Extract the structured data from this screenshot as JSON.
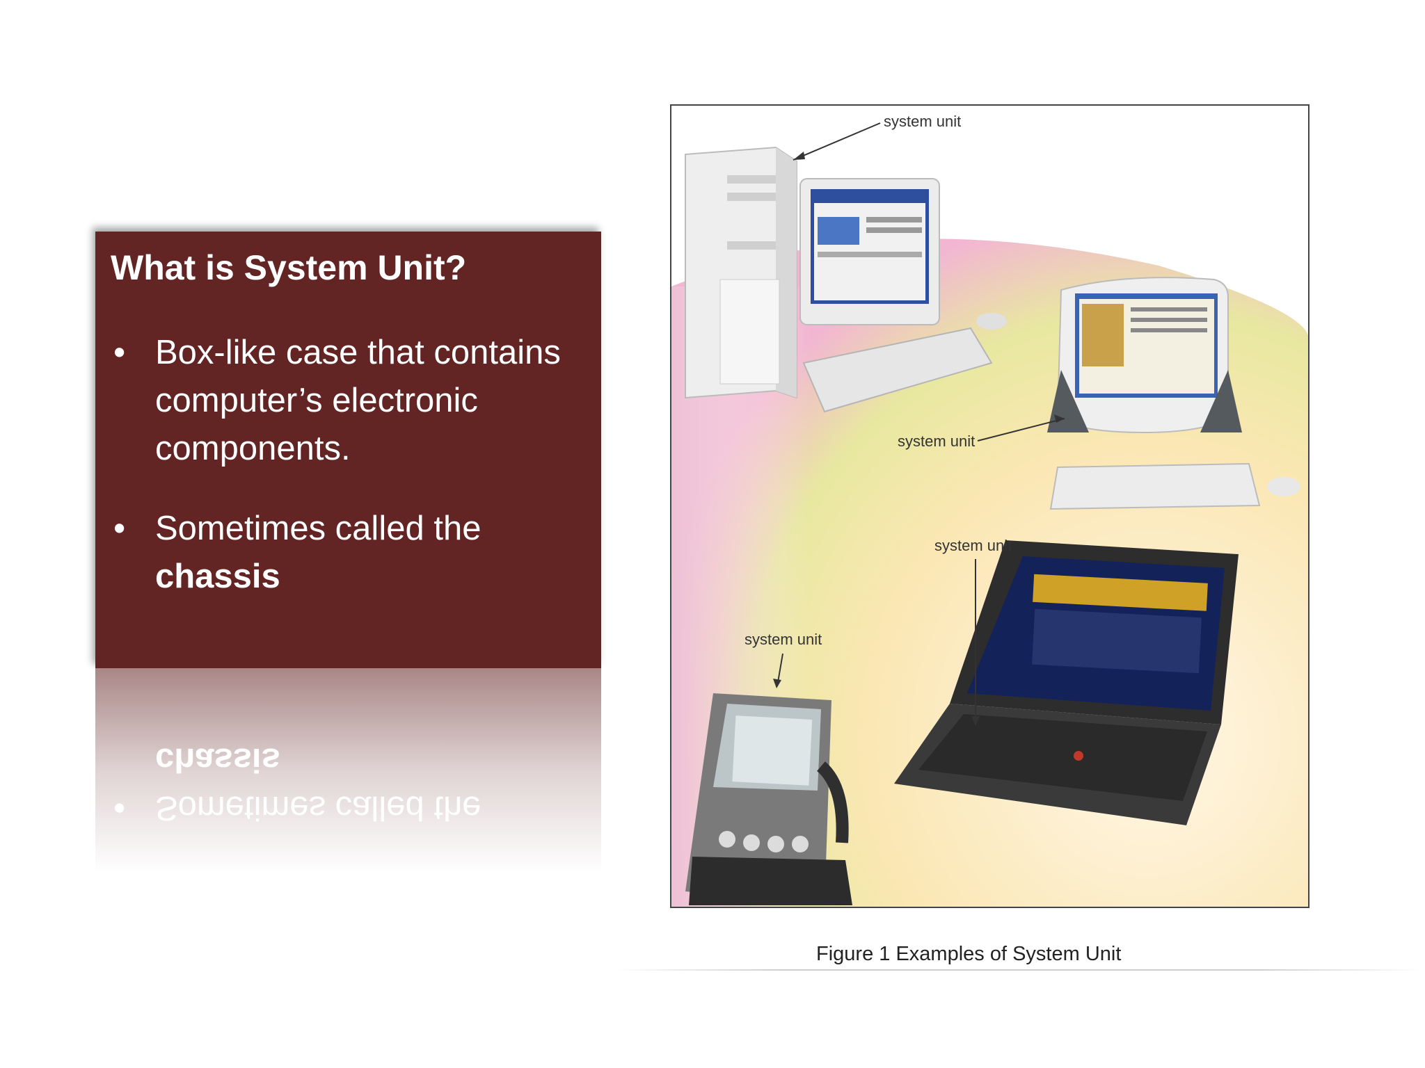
{
  "slide": {
    "title": "What is System Unit?",
    "bullets": [
      {
        "text": "Box-like case that contains computer’s electronic components.",
        "bold": ""
      },
      {
        "text": "Sometimes called the ",
        "bold": "chassis"
      }
    ],
    "bullet_glyph": "•"
  },
  "figure": {
    "labels": [
      "system unit",
      "system unit",
      "system unit",
      "system unit"
    ],
    "caption": "Figure 1  Examples of System Unit"
  },
  "colors": {
    "box": "#632424",
    "text": "#ffffff"
  }
}
